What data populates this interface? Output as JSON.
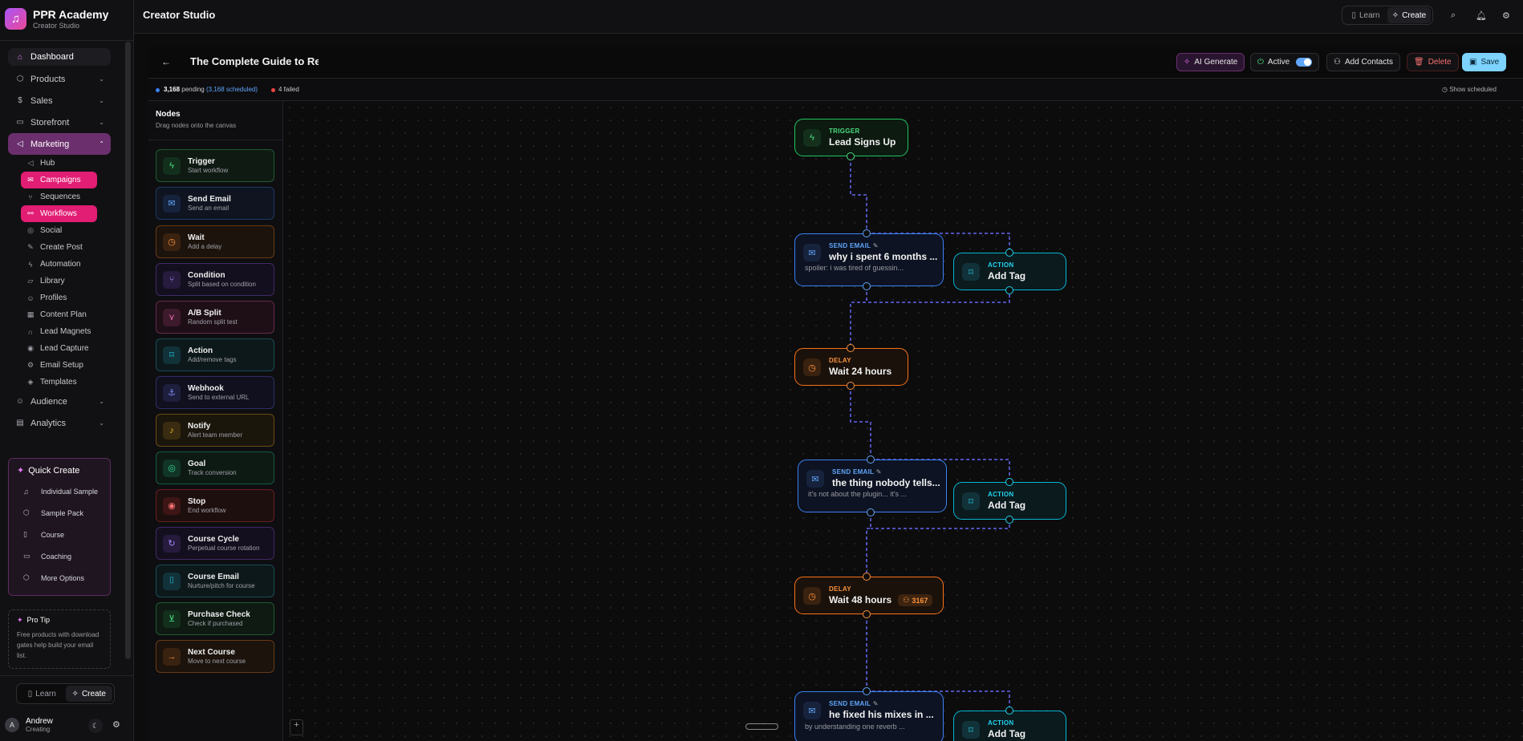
{
  "app": {
    "name": "PPR Academy",
    "subtitle": "Creator Studio"
  },
  "header": {
    "title": "Creator Studio",
    "learn_label": "Learn",
    "create_label": "Create"
  },
  "sidebar": {
    "dashboard": "Dashboard",
    "products": "Products",
    "sales": "Sales",
    "storefront": "Storefront",
    "marketing": "Marketing",
    "marketing_items": [
      "Hub",
      "Campaigns",
      "Sequences",
      "Workflows",
      "Social",
      "Create Post",
      "Automation",
      "Library",
      "Profiles",
      "Content Plan",
      "Lead Magnets",
      "Lead Capture",
      "Email Setup",
      "Templates"
    ],
    "audience": "Audience",
    "analytics": "Analytics"
  },
  "quick_create": {
    "title": "Quick Create",
    "items": [
      "Individual Sample",
      "Sample Pack",
      "Course",
      "Coaching",
      "More Options"
    ]
  },
  "pro_tip": {
    "title": "Pro Tip",
    "text": "Free products with download gates help build your email list."
  },
  "bottom_toggle": {
    "learn": "Learn",
    "create": "Create"
  },
  "user": {
    "initial": "A",
    "name": "Andrew",
    "role": "Creating"
  },
  "editor": {
    "title": "The Complete Guide to Rev",
    "ai_generate": "AI Generate",
    "active_label": "Active",
    "add_contacts": "Add Contacts",
    "delete": "Delete",
    "save": "Save"
  },
  "stats": {
    "pending": "3,168",
    "pending_label": "pending",
    "scheduled": "(3,168 scheduled)",
    "failed": "4 failed",
    "show_scheduled": "Show scheduled"
  },
  "nodes_panel": {
    "title": "Nodes",
    "subtitle": "Drag nodes onto the canvas",
    "items": [
      {
        "title": "Trigger",
        "sub": "Start workflow"
      },
      {
        "title": "Send Email",
        "sub": "Send an email"
      },
      {
        "title": "Wait",
        "sub": "Add a delay"
      },
      {
        "title": "Condition",
        "sub": "Split based on condition"
      },
      {
        "title": "A/B Split",
        "sub": "Random split test"
      },
      {
        "title": "Action",
        "sub": "Add/remove tags"
      },
      {
        "title": "Webhook",
        "sub": "Send to external URL"
      },
      {
        "title": "Notify",
        "sub": "Alert team member"
      },
      {
        "title": "Goal",
        "sub": "Track conversion"
      },
      {
        "title": "Stop",
        "sub": "End workflow"
      },
      {
        "title": "Course Cycle",
        "sub": "Perpetual course rotation"
      },
      {
        "title": "Course Email",
        "sub": "Nurture/pitch for course"
      },
      {
        "title": "Purchase Check",
        "sub": "Check if purchased"
      },
      {
        "title": "Next Course",
        "sub": "Move to next course"
      }
    ]
  },
  "flow": {
    "trigger": {
      "type": "TRIGGER",
      "title": "Lead Signs Up"
    },
    "email1": {
      "type": "SEND EMAIL",
      "title": "why i spent 6 months ...",
      "sub": "spoiler: i was tired of guessin..."
    },
    "action1": {
      "type": "ACTION",
      "title": "Add Tag"
    },
    "delay1": {
      "type": "DELAY",
      "title": "Wait 24 hours"
    },
    "email2": {
      "type": "SEND EMAIL",
      "title": "the thing nobody tells...",
      "sub": "it's not about the plugin... it's ..."
    },
    "action2": {
      "type": "ACTION",
      "title": "Add Tag"
    },
    "delay2": {
      "type": "DELAY",
      "title": "Wait 48 hours",
      "count": "3167"
    },
    "email3": {
      "type": "SEND EMAIL",
      "title": "he fixed his mixes in ...",
      "sub": "by understanding one reverb ..."
    },
    "action3": {
      "type": "ACTION",
      "title": "Add Tag"
    }
  },
  "zoom_in": "+",
  "colors": {
    "trigger": "#22c55e",
    "email": "#3b82f6",
    "delay": "#f97316",
    "action": "#06b6d4",
    "accent": "#e11d74",
    "edge": "#6366f1"
  }
}
